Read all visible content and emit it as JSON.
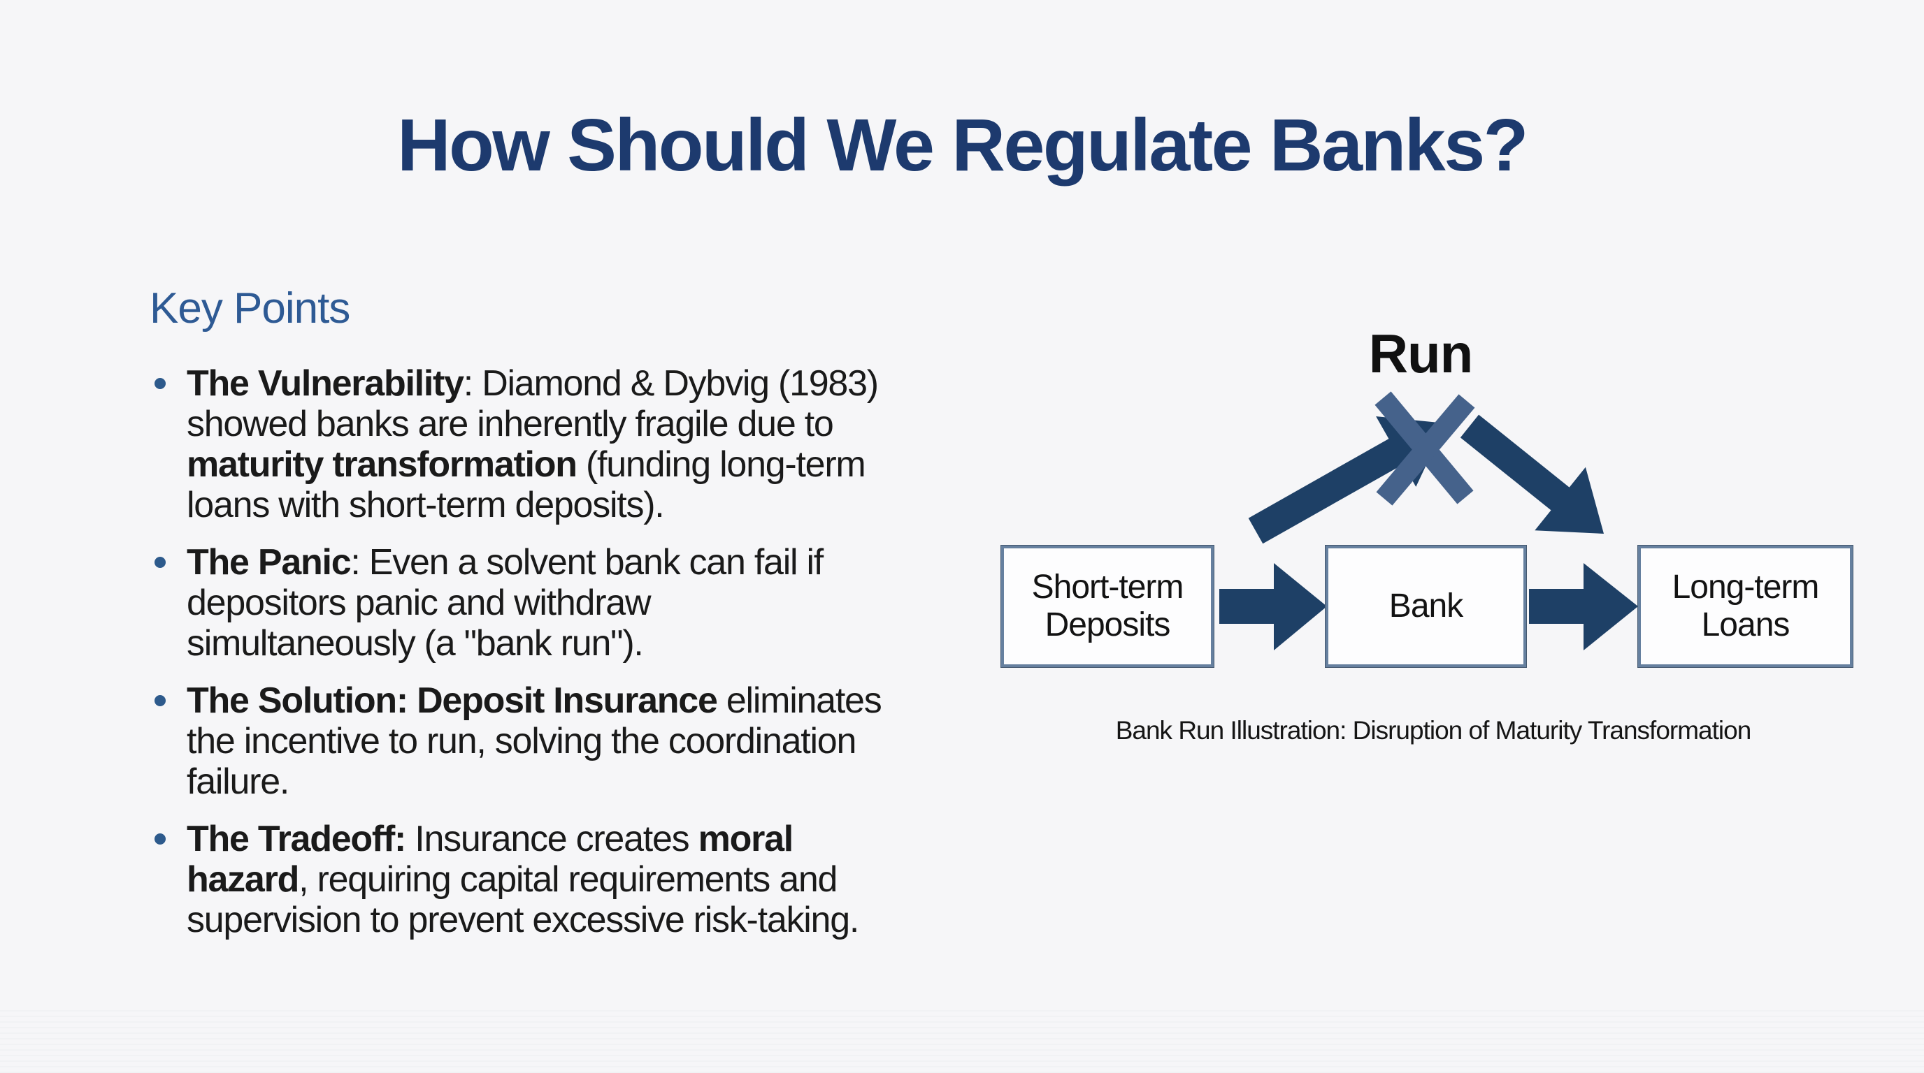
{
  "slide": {
    "title": "How Should We Regulate Banks?",
    "section_heading": "Key Points",
    "bullets": [
      {
        "lines": [
          [
            {
              "t": "The Vulnerability",
              "b": true
            },
            {
              "t": ": Diamond & Dybvig (1983)",
              "b": false
            }
          ],
          [
            {
              "t": "showed banks are inherently fragile due to",
              "b": false
            }
          ],
          [
            {
              "t": "maturity transformation",
              "b": true
            },
            {
              "t": " (funding long-term",
              "b": false
            }
          ],
          [
            {
              "t": "loans with short-term deposits).",
              "b": false
            }
          ]
        ]
      },
      {
        "lines": [
          [
            {
              "t": "The Panic",
              "b": true
            },
            {
              "t": ": Even a solvent bank can fail if",
              "b": false
            }
          ],
          [
            {
              "t": "depositors panic and withdraw",
              "b": false
            }
          ],
          [
            {
              "t": "simultaneously (a \"bank run\").",
              "b": false
            }
          ]
        ]
      },
      {
        "lines": [
          [
            {
              "t": "The Solution: Deposit Insurance",
              "b": true
            },
            {
              "t": " eliminates",
              "b": false
            }
          ],
          [
            {
              "t": "the incentive to run, solving the coordination",
              "b": false
            }
          ],
          [
            {
              "t": "failure.",
              "b": false
            }
          ]
        ]
      },
      {
        "lines": [
          [
            {
              "t": "The Tradeoff:",
              "b": true
            },
            {
              "t": " Insurance creates ",
              "b": false
            },
            {
              "t": "moral",
              "b": true
            }
          ],
          [
            {
              "t": "hazard",
              "b": true
            },
            {
              "t": ", requiring capital requirements and",
              "b": false
            }
          ],
          [
            {
              "t": "supervision to prevent excessive risk-taking.",
              "b": false
            }
          ]
        ]
      }
    ],
    "diagram": {
      "run_label": "Run",
      "boxes": [
        {
          "lines": [
            "Short-term",
            "Deposits"
          ]
        },
        {
          "lines": [
            "Bank"
          ]
        },
        {
          "lines": [
            "Long-term",
            "Loans"
          ]
        }
      ],
      "caption": "Bank Run Illustration: Disruption of Maturity Transformation"
    },
    "colors": {
      "title": "#1d3a6e",
      "heading": "#2e5a94",
      "body_text": "#1a1a1a",
      "diagram_arrow": "#1e4066",
      "x_mark": "#45628b",
      "box_border": "#66809f",
      "bullet_dot": "#2d5a8c",
      "background": "#f6f6f8"
    }
  }
}
